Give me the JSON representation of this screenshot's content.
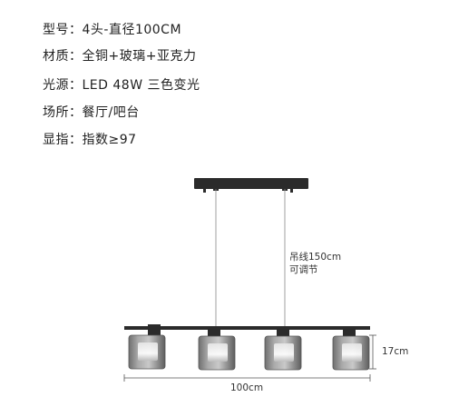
{
  "specs": [
    {
      "key": "型号：",
      "value": "4头-直径100CM"
    },
    {
      "key": "材质：",
      "value": "全铜+玻璃+亚克力"
    },
    {
      "key": "光源：",
      "value": "LED 48W 三色变光"
    },
    {
      "key": "场所：",
      "value": "餐厅/吧台"
    },
    {
      "key": "显指：",
      "value": "指数≥97"
    }
  ],
  "diagram": {
    "cord_label_line1": "吊线150cm",
    "cord_label_line2": "可调节",
    "height_label": "17cm",
    "width_label": "100cm",
    "shade_count": 4
  },
  "colors": {
    "text": "#222222",
    "metal": "#2b2b2b",
    "glass": "#8d8d8d",
    "dimension_line": "#555555"
  }
}
